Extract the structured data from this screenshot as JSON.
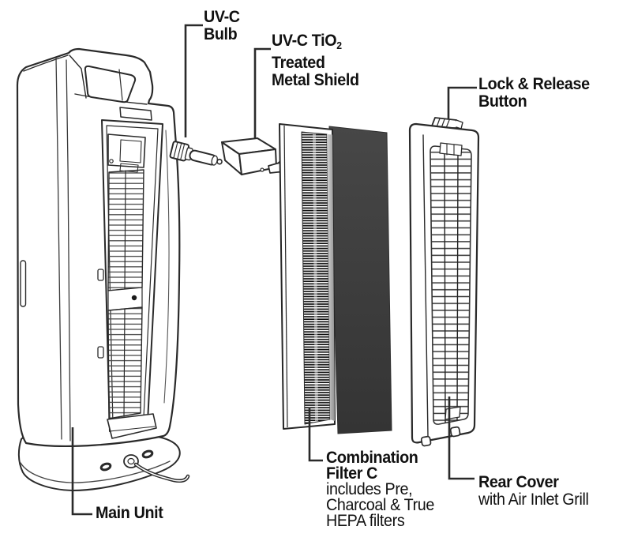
{
  "diagram": {
    "background_color": "#ffffff",
    "line_color": "#2a2a2a",
    "charcoal_color": "#3e3e3e"
  },
  "labels": {
    "uvc_bulb": {
      "line1": "UV-C",
      "line2": "Bulb"
    },
    "metal_shield": {
      "line1_main": "UV-C TiO",
      "line1_sub": "2",
      "line2": "Treated",
      "line3": "Metal Shield"
    },
    "lock_release_button": {
      "line1": "Lock & Release",
      "line2": "Button"
    },
    "combination_filter": {
      "line1": "Combination",
      "line2": "Filter C",
      "line3": "includes Pre,",
      "line4": "Charcoal & True",
      "line5": "HEPA filters"
    },
    "rear_cover": {
      "line1": "Rear Cover",
      "line2": "with Air Inlet Grill"
    },
    "main_unit": {
      "line1": "Main Unit"
    }
  }
}
